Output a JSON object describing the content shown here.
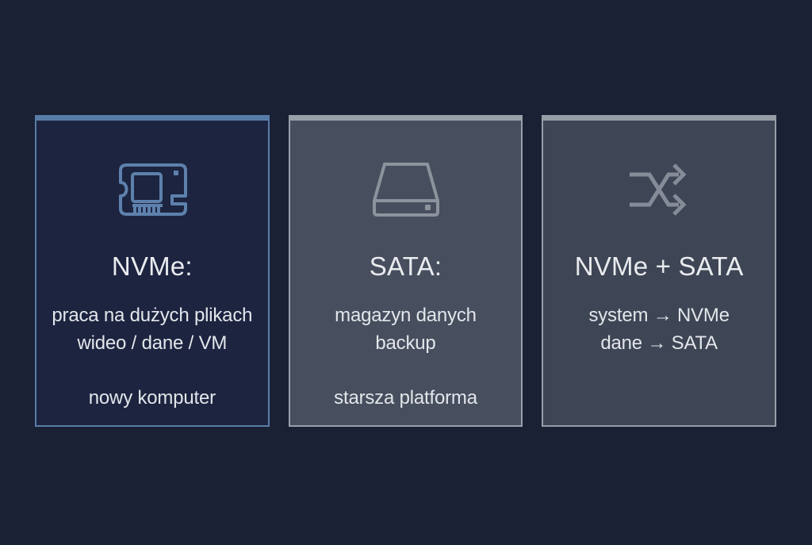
{
  "page": {
    "background": "#1a2135",
    "text_color": "#e6e8ec"
  },
  "cards": [
    {
      "id": "nvme",
      "icon": "m2-ssd-icon",
      "background": "#1d2440",
      "accent": "#587ca8",
      "icon_color": "#5d81ac",
      "title": "NVMe:",
      "body_lines": [
        "praca na dużych plikach",
        "wideo / dane / VM"
      ],
      "note": "nowy komputer"
    },
    {
      "id": "sata",
      "icon": "hdd-icon",
      "background": "#474e5e",
      "accent": "#9aa0a9",
      "icon_color": "#8d939d",
      "title": "SATA:",
      "body_lines": [
        "magazyn danych",
        "backup"
      ],
      "note": "starsza platforma"
    },
    {
      "id": "nvme-plus-sata",
      "icon": "shuffle-icon",
      "background": "#3e4555",
      "accent": "#979da6",
      "icon_color": "#868c97",
      "title": "NVMe + SATA",
      "body_lines": [
        "system → NVMe",
        "dane → SATA"
      ],
      "note": ""
    }
  ]
}
